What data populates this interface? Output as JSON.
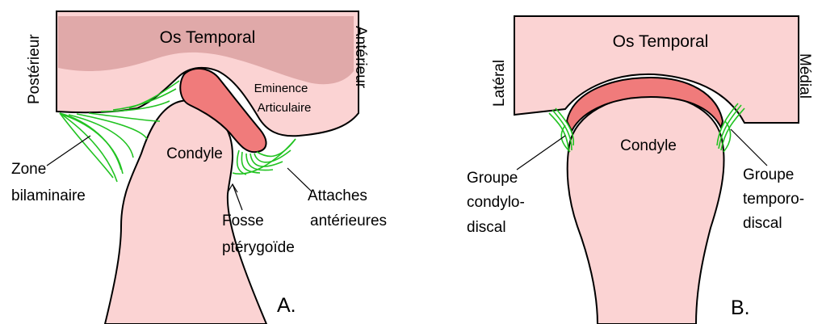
{
  "panel_a": {
    "bone_label": "Os Temporal",
    "side_left": "Postérieur",
    "side_right": "Antérieur",
    "eminence_line1": "Eminence",
    "eminence_line2": "Articulaire",
    "condyle_label": "Condyle",
    "zone_line1": "Zone",
    "zone_line2": "bilaminaire",
    "attaches_line1": "Attaches",
    "attaches_line2": "antérieures",
    "fosse_line1": "Fosse",
    "fosse_line2": "ptérygoïde",
    "panel_letter": "A."
  },
  "panel_b": {
    "bone_label": "Os Temporal",
    "side_left": "Latéral",
    "side_right": "Médial",
    "condyle_label": "Condyle",
    "left_group_line1": "Groupe",
    "left_group_line2": "condylo-",
    "left_group_line3": "discal",
    "right_group_line1": "Groupe",
    "right_group_line2": "temporo-",
    "right_group_line3": "discal",
    "panel_letter": "B."
  },
  "colors": {
    "bone_fill": "#fbd3d3",
    "bone_shade": "#e0a9a9",
    "disc_fill": "#f07b7b",
    "ligament": "#22c322",
    "outline": "#000000"
  }
}
